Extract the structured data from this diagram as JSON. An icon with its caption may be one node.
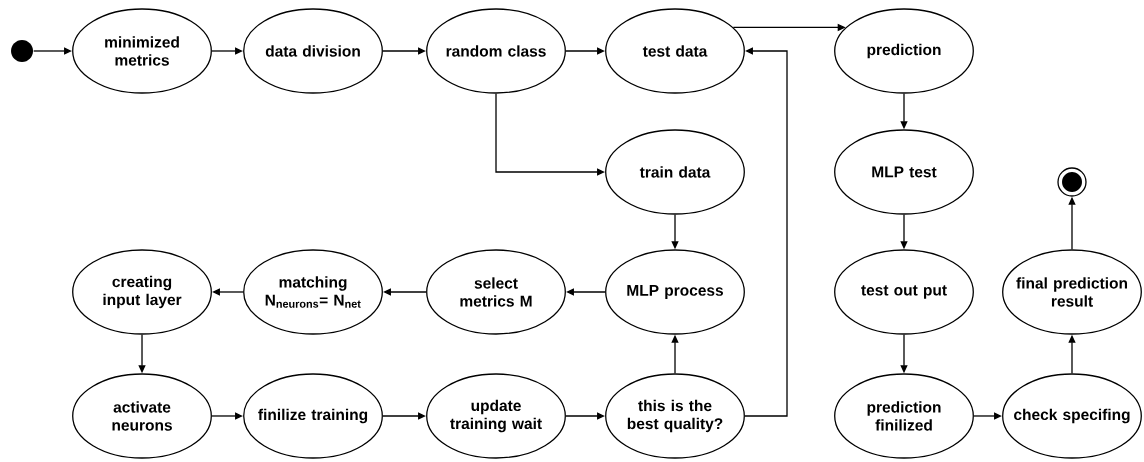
{
  "diagram": {
    "nodes": [
      {
        "text": [],
        "shape": "circle"
      },
      {
        "text": [
          "minimized metrics"
        ]
      },
      {
        "text": [
          "data division"
        ]
      },
      {
        "text": [
          "random class"
        ]
      },
      {
        "text": [
          "test data"
        ]
      },
      {
        "text": [
          "prediction"
        ]
      },
      {
        "text": [
          "train data"
        ]
      },
      {
        "text": [
          "MLP test"
        ]
      },
      {
        "text": [],
        "shape": "circle"
      },
      {
        "text": [
          "creating input layer"
        ]
      },
      {
        "text": [
          "matching N$_{neurons}$= N$_{net}$"
        ]
      },
      {
        "text": [
          "select metrics M"
        ]
      },
      {
        "text": [
          "MLP process"
        ]
      },
      {
        "text": [
          "test out put"
        ]
      },
      {
        "text": [
          "final prediction result"
        ]
      },
      {
        "text": [
          "activate neurons"
        ]
      },
      {
        "text": [
          "finilize training"
        ]
      },
      {
        "text": [
          "update training wait"
        ]
      },
      {
        "text": [
          "this is the best quality?"
        ]
      },
      {
        "text": [
          "prediction finilized"
        ]
      },
      {
        "text": [
          "check specifing"
        ]
      }
    ],
    "edges": [
      {
        "from": 0,
        "to": 1,
        "arrow": "to"
      },
      {
        "from": 1,
        "to": 2,
        "arrow": "to"
      },
      {
        "from": 2,
        "to": 3,
        "arrow": "to"
      },
      {
        "from": 3,
        "to": 4,
        "arrow": "to"
      },
      {
        "from": 4,
        "to": 5,
        "arrow": "to"
      },
      {
        "from": 3,
        "to": 6,
        "arrow": "to"
      },
      {
        "from": 6,
        "to": 12,
        "arrow": "to"
      },
      {
        "from": 12,
        "to": 11,
        "arrow": "to"
      },
      {
        "from": 11,
        "to": 10,
        "arrow": "to"
      },
      {
        "from": 10,
        "to": 9,
        "arrow": "to"
      },
      {
        "from": 9,
        "to": 15,
        "arrow": "to"
      },
      {
        "from": 15,
        "to": 16,
        "arrow": "to"
      },
      {
        "from": 16,
        "to": 17,
        "arrow": "to"
      },
      {
        "from": 17,
        "to": 18,
        "arrow": "to"
      },
      {
        "from": 18,
        "to": 12,
        "arrow": "to"
      },
      {
        "from": 18,
        "to": 4,
        "arrow": "to"
      },
      {
        "from": 5,
        "to": 7,
        "arrow": "to"
      },
      {
        "from": 7,
        "to": 13,
        "arrow": "to"
      },
      {
        "from": 13,
        "to": 19,
        "arrow": "to"
      },
      {
        "from": 19,
        "to": 20,
        "arrow": "to"
      },
      {
        "from": 20,
        "to": 14,
        "arrow": "to"
      },
      {
        "from": 14,
        "to": 8,
        "arrow": "to"
      }
    ]
  }
}
